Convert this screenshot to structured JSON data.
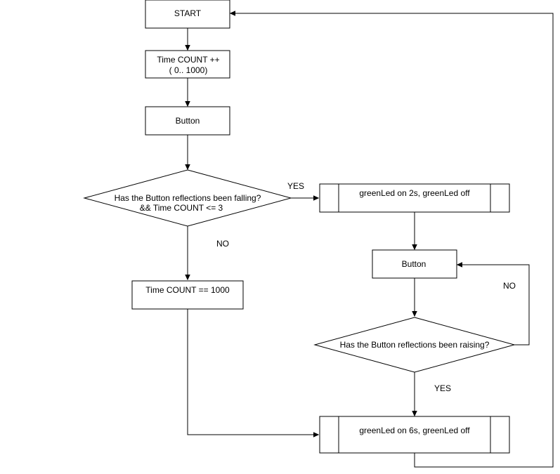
{
  "nodes": {
    "start": {
      "label": "START"
    },
    "time_count_inc": {
      "line1": "Time COUNT ++",
      "line2": "( 0.. 1000)"
    },
    "button1": {
      "label": "Button"
    },
    "decision_falling": {
      "line1": "Has the Button reflections been falling?",
      "line2": "&& Time COUNT <= 3"
    },
    "green_2s": {
      "label": "greenLed on 2s, greenLed off"
    },
    "button2": {
      "label": "Button"
    },
    "time_count_check": {
      "label": "Time COUNT == 1000"
    },
    "decision_raising": {
      "label": "Has the Button reflections been raising?"
    },
    "green_6s": {
      "label": "greenLed on 6s, greenLed off"
    }
  },
  "edge_labels": {
    "falling_yes": "YES",
    "falling_no": "NO",
    "raising_no": "NO",
    "raising_yes": "YES"
  }
}
